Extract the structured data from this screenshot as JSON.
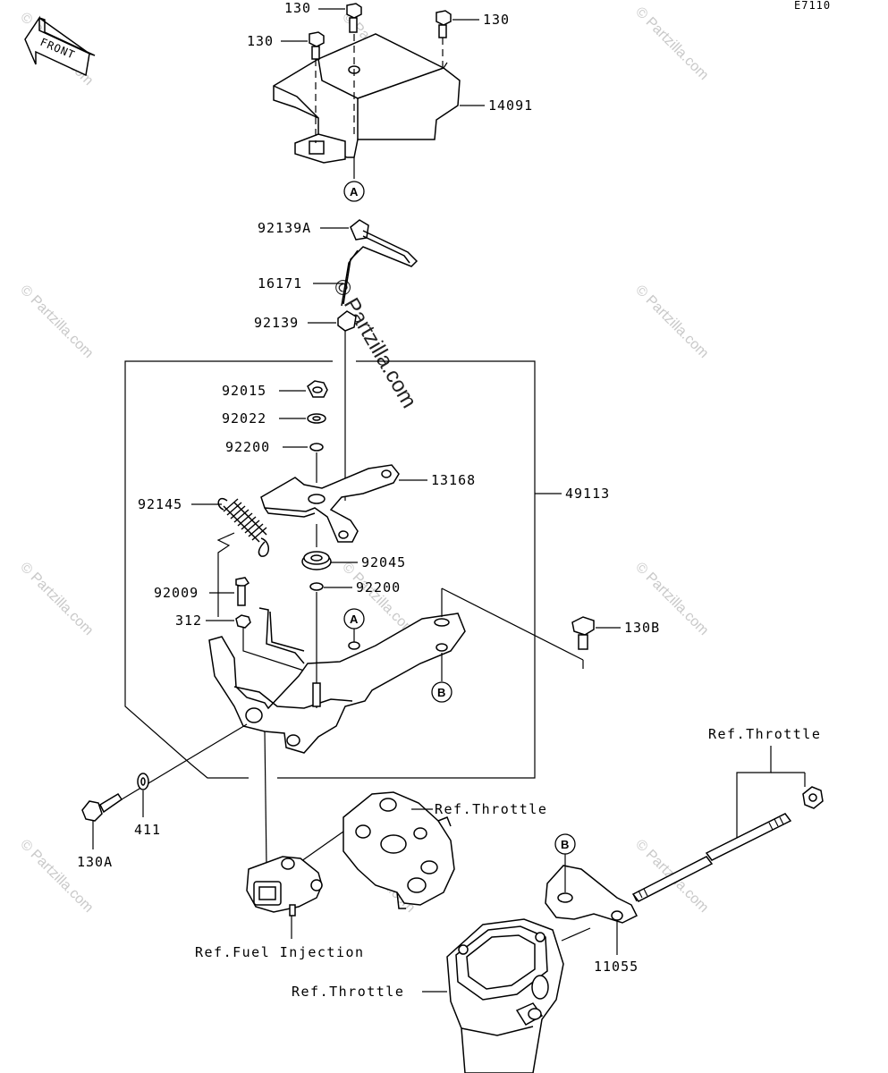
{
  "diagram_code": "E7110",
  "front_label": "FRONT",
  "watermark": "© Partzilla.com",
  "center_watermark": "© Partzilla.com",
  "parts": {
    "bolt_130_top": "130",
    "bolt_130_right": "130",
    "bolt_130_left": "130",
    "cover_14091": "14091",
    "clamp_92139A": "92139A",
    "rod_16171": "16171",
    "clamp_92139": "92139",
    "nut_92015": "92015",
    "washer_92022": "92022",
    "washer_92200_upper": "92200",
    "lever_13168": "13168",
    "assembly_49113": "49113",
    "spring_92145": "92145",
    "collar_92045": "92045",
    "washer_92200_lower": "92200",
    "bolt_92009": "92009",
    "nut_312": "312",
    "bolt_130B": "130B",
    "bolt_130A": "130A",
    "washer_411": "411",
    "bracket_11055": "11055"
  },
  "refs": {
    "throttle_top_right": "Ref.Throttle",
    "throttle_mid": "Ref.Throttle",
    "fuel_injection": "Ref.Fuel Injection",
    "throttle_bottom": "Ref.Throttle"
  },
  "callouts": {
    "a_upper": "A",
    "a_lower": "A",
    "b_upper": "B",
    "b_lower": "B"
  }
}
